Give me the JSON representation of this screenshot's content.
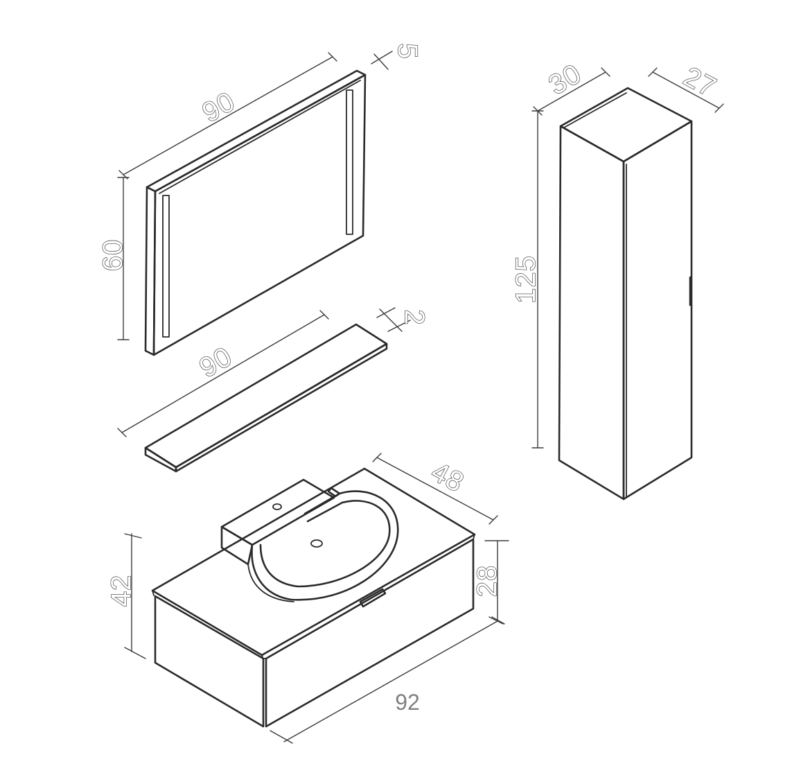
{
  "mirror": {
    "width_label": "90",
    "height_label": "60",
    "depth_label": "5"
  },
  "shelf": {
    "width_label": "90",
    "thickness_label": "2"
  },
  "tall_cabinet": {
    "width_label": "30",
    "depth_label": "27",
    "height_label": "125"
  },
  "vanity": {
    "width_label": "92",
    "depth_label": "48",
    "height_total_label": "42",
    "cabinet_height_label": "28"
  },
  "colors": {
    "line": "#2a2a2a",
    "dimension_text": "#808080",
    "background": "#ffffff"
  }
}
